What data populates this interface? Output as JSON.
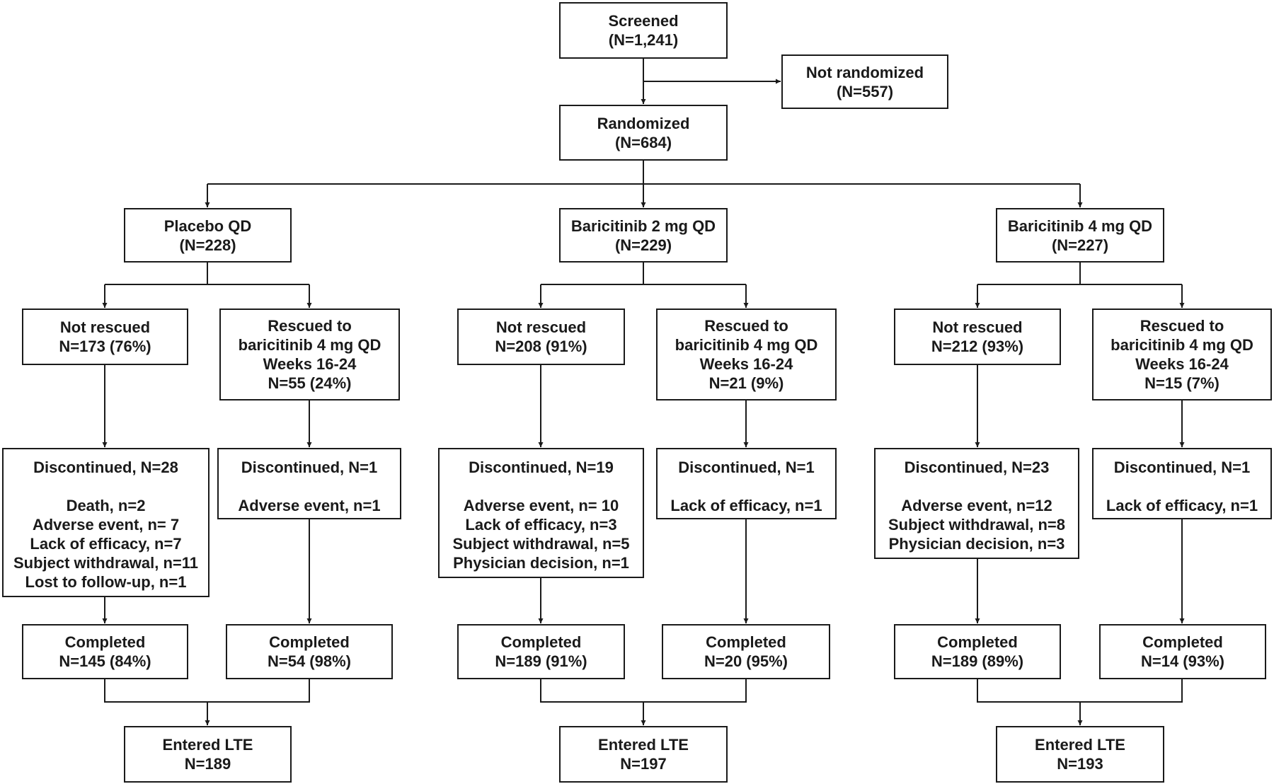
{
  "screened": {
    "lines": [
      "Screened",
      "(N=1,241)"
    ]
  },
  "not_randomized": {
    "lines": [
      "Not randomized",
      "(N=557)"
    ]
  },
  "randomized": {
    "lines": [
      "Randomized",
      "(N=684)"
    ]
  },
  "arms": [
    {
      "header": {
        "lines": [
          "Placebo QD",
          "(N=228)"
        ]
      },
      "not_rescued": {
        "lines": [
          "Not rescued",
          "N=173 (76%)"
        ]
      },
      "rescued": {
        "lines": [
          "Rescued to",
          "baricitinib 4 mg QD",
          "Weeks 16-24",
          "N=55 (24%)"
        ]
      },
      "disc_not_rescued": {
        "title": "Discontinued, N=28",
        "reasons": [
          "Death, n=2",
          "Adverse event, n= 7",
          "Lack of efficacy, n=7",
          "Subject withdrawal, n=11",
          "Lost to follow-up, n=1"
        ]
      },
      "disc_rescued": {
        "title": "Discontinued, N=1",
        "reasons": [
          "Adverse event, n=1"
        ]
      },
      "completed_not_rescued": {
        "lines": [
          "Completed",
          "N=145 (84%)"
        ]
      },
      "completed_rescued": {
        "lines": [
          "Completed",
          "N=54 (98%)"
        ]
      },
      "lte": {
        "lines": [
          "Entered LTE",
          "N=189"
        ]
      }
    },
    {
      "header": {
        "lines": [
          "Baricitinib 2 mg QD",
          "(N=229)"
        ]
      },
      "not_rescued": {
        "lines": [
          "Not rescued",
          "N=208 (91%)"
        ]
      },
      "rescued": {
        "lines": [
          "Rescued to",
          "baricitinib 4 mg QD",
          "Weeks 16-24",
          "N=21 (9%)"
        ]
      },
      "disc_not_rescued": {
        "title": "Discontinued, N=19",
        "reasons": [
          "Adverse event, n= 10",
          "Lack of efficacy, n=3",
          "Subject withdrawal, n=5",
          "Physician decision, n=1"
        ]
      },
      "disc_rescued": {
        "title": "Discontinued, N=1",
        "reasons": [
          "Lack of efficacy, n=1"
        ]
      },
      "completed_not_rescued": {
        "lines": [
          "Completed",
          "N=189 (91%)"
        ]
      },
      "completed_rescued": {
        "lines": [
          "Completed",
          "N=20 (95%)"
        ]
      },
      "lte": {
        "lines": [
          "Entered LTE",
          "N=197"
        ]
      }
    },
    {
      "header": {
        "lines": [
          "Baricitinib 4 mg QD",
          "(N=227)"
        ]
      },
      "not_rescued": {
        "lines": [
          "Not rescued",
          "N=212 (93%)"
        ]
      },
      "rescued": {
        "lines": [
          "Rescued to",
          "baricitinib 4 mg QD",
          "Weeks 16-24",
          "N=15 (7%)"
        ]
      },
      "disc_not_rescued": {
        "title": "Discontinued, N=23",
        "reasons": [
          "Adverse event, n=12",
          "Subject withdrawal, n=8",
          "Physician decision, n=3"
        ]
      },
      "disc_rescued": {
        "title": "Discontinued, N=1",
        "reasons": [
          "Lack of efficacy, n=1"
        ]
      },
      "completed_not_rescued": {
        "lines": [
          "Completed",
          "N=189 (89%)"
        ]
      },
      "completed_rescued": {
        "lines": [
          "Completed",
          "N=14 (93%)"
        ]
      },
      "lte": {
        "lines": [
          "Entered LTE",
          "N=193"
        ]
      }
    }
  ]
}
